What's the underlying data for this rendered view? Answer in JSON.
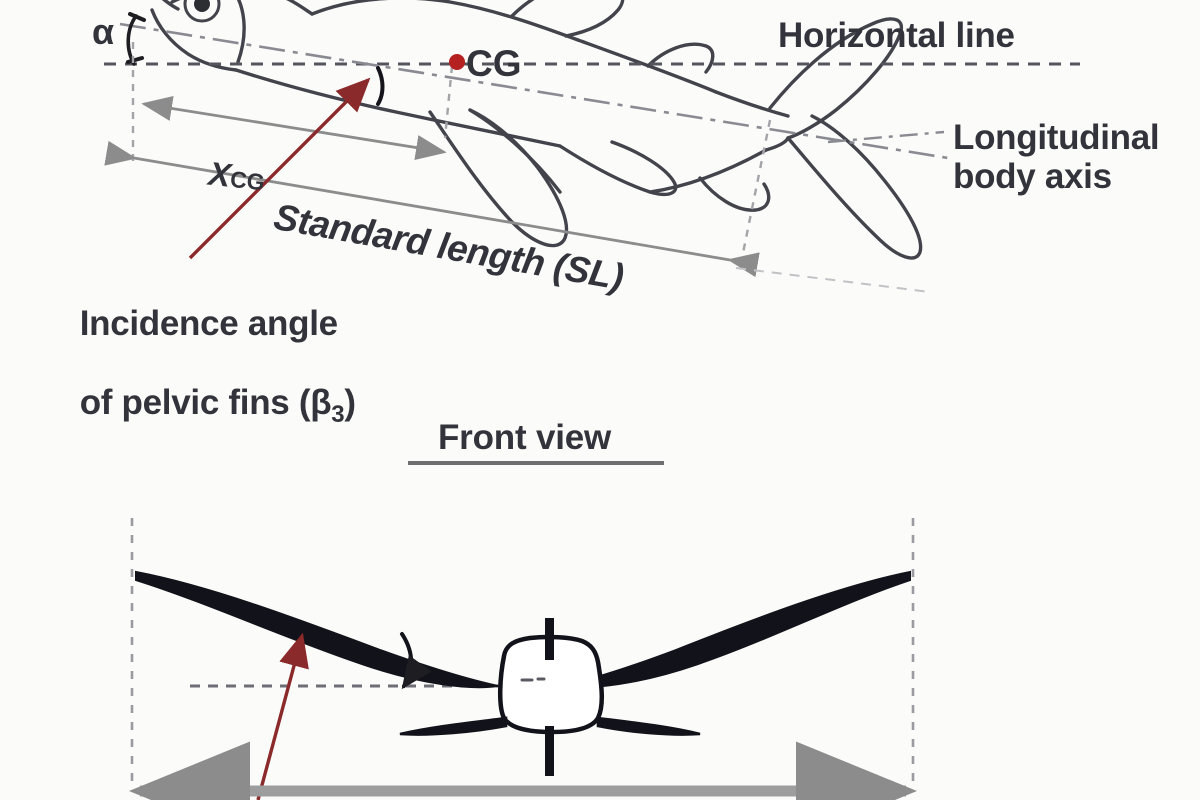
{
  "figure": {
    "subject": "flying fish aerodynamic parameter diagram",
    "background_color": "#fbfbfa",
    "ink_color": "#3a3a42",
    "accent_color": "#8b2a2a",
    "dimension_color": "#8c8c8c",
    "cg_marker_color": "#b52020"
  },
  "top_view": {
    "labels": {
      "horizontal_line": "Horizontal line",
      "longitudinal_body_axis": "Longitudinal\nbody axis",
      "cg": "CG",
      "alpha": "α",
      "x_cg": "X",
      "x_cg_subscript": "CG",
      "standard_length": "Standard length (SL)",
      "incidence_angle_line1": "Incidence angle",
      "incidence_angle_line2": "of pelvic fins (β",
      "incidence_angle_subscript": "3",
      "incidence_angle_close": ")"
    }
  },
  "front_view": {
    "title": "Front view"
  }
}
